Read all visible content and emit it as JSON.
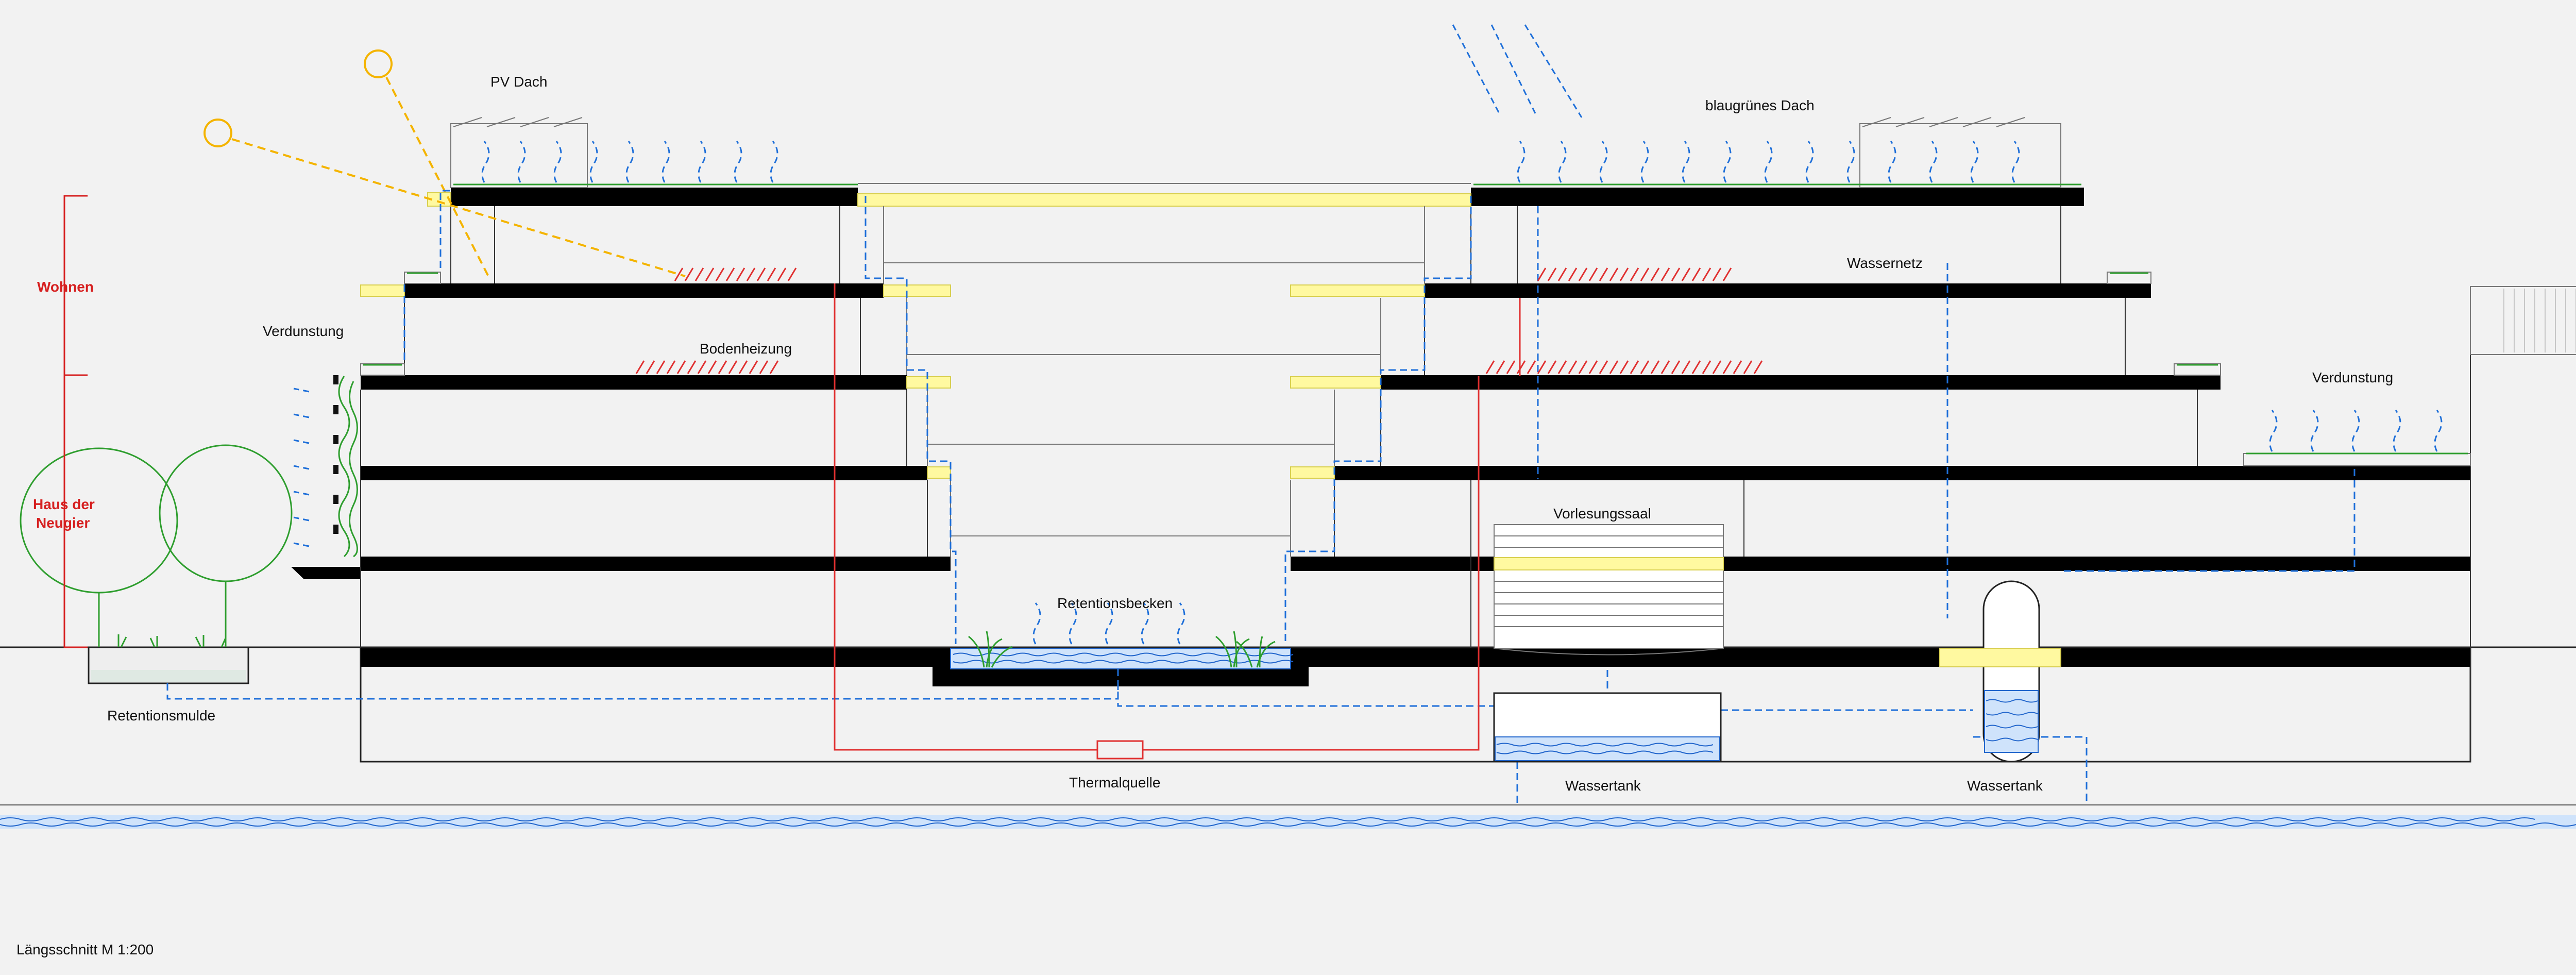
{
  "labels": {
    "pv_dach": "PV Dach",
    "blaugruenes_dach": "blaugrünes Dach",
    "wohnen": "Wohnen",
    "verdunstung_left": "Verdunstung",
    "bodenheizung": "Bodenheizung",
    "haus_der_neugier_1": "Haus der",
    "haus_der_neugier_2": "Neugier",
    "wassernetz": "Wassernetz",
    "verdunstung_right": "Verdunstung",
    "vorlesungssaal": "Vorlesungssaal",
    "retentionsbecken": "Retentionsbecken",
    "retentionsmulde": "Retentionsmulde",
    "thermalquelle": "Thermalquelle",
    "wassertank_1": "Wassertank",
    "wassertank_2": "Wassertank",
    "title": "Längsschnitt M 1:200"
  },
  "colors": {
    "rain_water": "#1e6fd9",
    "heating": "#e03030",
    "sun": "#f4b400",
    "pv": "#fff9a0",
    "vegetation": "#2e9e2e",
    "slab": "#000000",
    "function_label": "#d62020"
  }
}
